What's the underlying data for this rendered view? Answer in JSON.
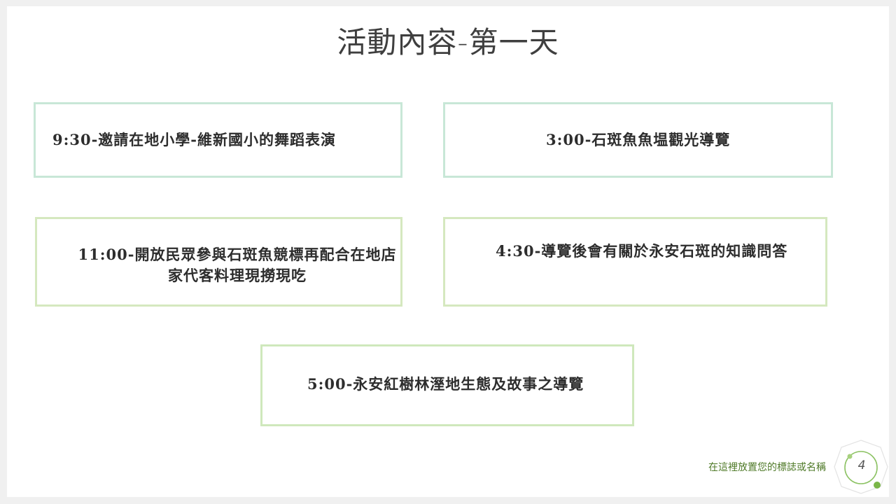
{
  "slide": {
    "title": "活動內容-第一天",
    "items": [
      {
        "text": "9:30-邀請在地小學-維新國小的舞蹈表演"
      },
      {
        "text": "3:00-石斑魚魚塭觀光導覽"
      },
      {
        "text": "11:00-開放民眾參與石斑魚競標再配合在地店家代客料理現撈現吃"
      },
      {
        "text": "4:30-導覽後會有關於永安石斑的知識問答"
      },
      {
        "text": "5:00-永安紅樹林溼地生態及故事之導覽"
      }
    ],
    "footer": "在這裡放置您的標誌或名稱",
    "page_number": "4",
    "colors": {
      "title": "#3f3f3f",
      "box_border_top": "#c8e7d7",
      "box_border_bottom": "#d5e8bf",
      "footer": "#4f7a28",
      "accent": "#7ab648"
    }
  }
}
